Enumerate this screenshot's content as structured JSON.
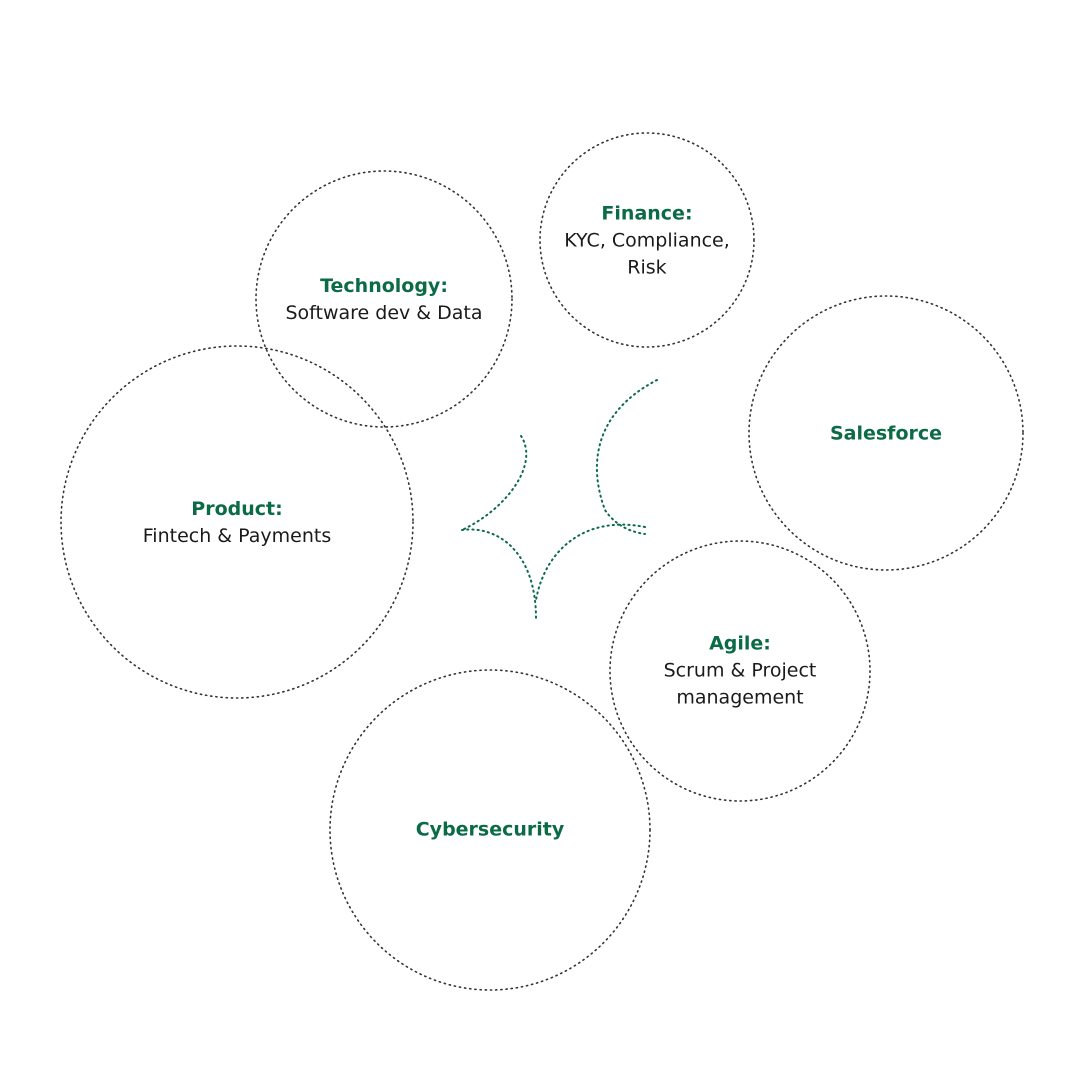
{
  "colors": {
    "accent": "#0c6b47",
    "circle_stroke": "#333333",
    "text": "#1a1a1a",
    "background": "#ffffff"
  },
  "nodes": [
    {
      "id": "technology",
      "heading": "Technology:",
      "lines": [
        "Software dev & Data"
      ]
    },
    {
      "id": "finance",
      "heading": "Finance:",
      "lines": [
        "KYC, Compliance,",
        "Risk"
      ]
    },
    {
      "id": "salesforce",
      "heading": "Salesforce",
      "lines": []
    },
    {
      "id": "product",
      "heading": "Product:",
      "lines": [
        "Fintech & Payments"
      ]
    },
    {
      "id": "agile",
      "heading": "Agile:",
      "lines": [
        "Scrum & Project",
        "management"
      ]
    },
    {
      "id": "cybersecurity",
      "heading": "Cybersecurity",
      "lines": []
    }
  ]
}
